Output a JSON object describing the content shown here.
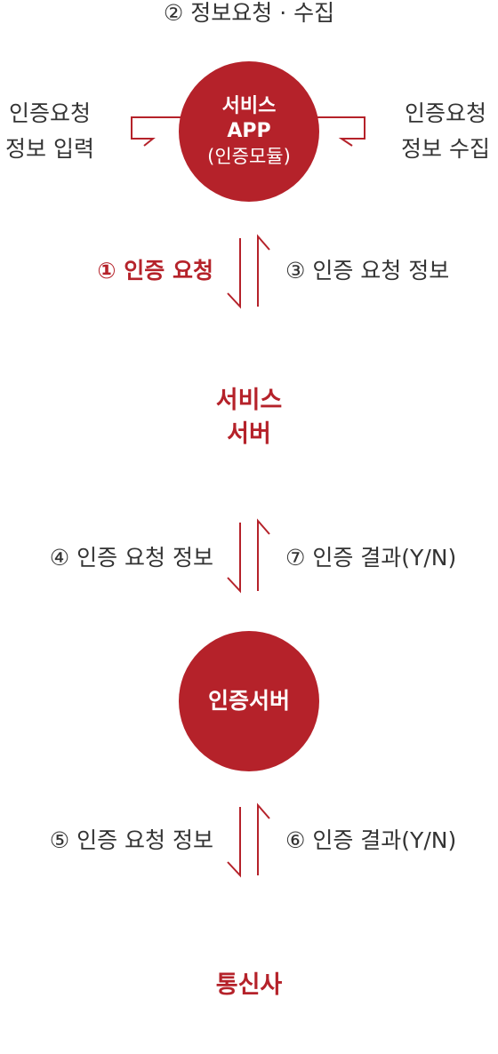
{
  "top_label": "② 정보요청 · 수집",
  "left_label": [
    "인증요청",
    "정보 입력"
  ],
  "right_label": [
    "인증요청",
    "정보 수집"
  ],
  "app_circle": {
    "line1": "서비스",
    "line2": "APP",
    "line3": "(인증모듈)"
  },
  "step1_label": "① 인증 요청",
  "step3_label": "③ 인증 요청 정보",
  "service_server": [
    "서비스",
    "서버"
  ],
  "step4_label": "④ 인증 요청 정보",
  "step7_label": "⑦ 인증 결과(Y/N)",
  "auth_server": "인증서버",
  "step5_label": "⑤ 인증 요청 정보",
  "step6_label": "⑥ 인증 결과(Y/N)",
  "telecom": "통신사",
  "colors": {
    "accent": "#b5222a",
    "text": "#333333"
  }
}
